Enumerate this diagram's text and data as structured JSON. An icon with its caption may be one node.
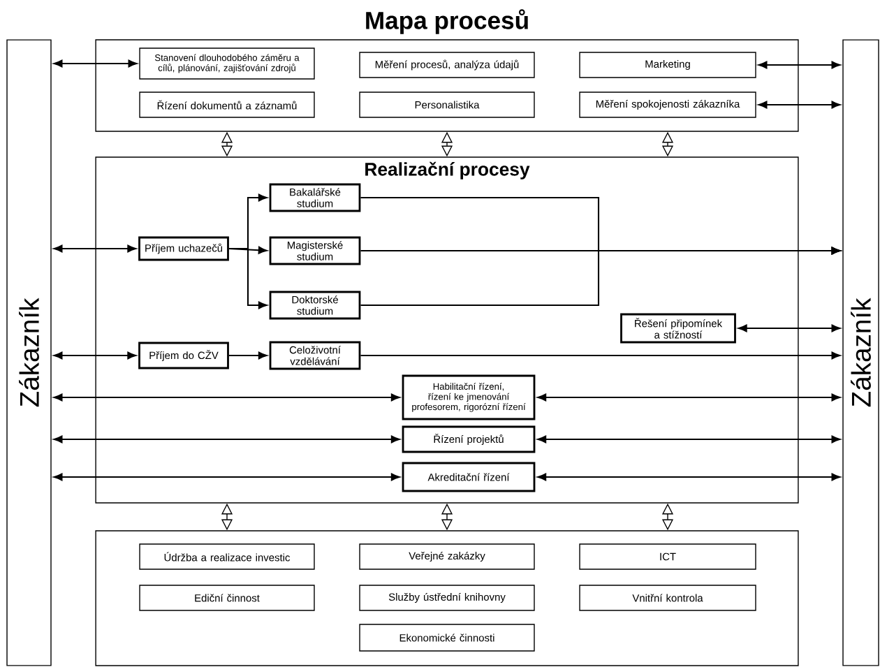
{
  "diagram": {
    "title": "Mapa procesů",
    "nodes": [
      {
        "text": [
          "Zákazník"
        ]
      },
      {
        "text": [
          "Zákazník"
        ]
      },
      {
        "text": [],
        "shape": "box"
      },
      {
        "text": [
          "Stanovení dlouhodobého záměru a cílů, plánování, zajišťování zdrojů"
        ],
        "in": 2
      },
      {
        "text": [
          "Měření procesů, analýza údajů"
        ],
        "in": 2
      },
      {
        "text": [
          "Marketing"
        ],
        "in": 2
      },
      {
        "text": [
          "Řízení dokumentů a záznamů"
        ],
        "in": 2
      },
      {
        "text": [
          "Personalistika"
        ],
        "in": 2
      },
      {
        "text": [
          "Měření spokojenosti zákazníka"
        ],
        "in": 2
      },
      {
        "text": [
          "Realizační procesy"
        ]
      },
      {
        "text": [
          "Bakalářské studium"
        ],
        "in": 9
      },
      {
        "text": [
          "Příjem uchazečů"
        ],
        "in": 9
      },
      {
        "text": [
          "Magisterské studium"
        ],
        "in": 9
      },
      {
        "text": [
          "Doktorské studium"
        ],
        "in": 9
      },
      {
        "text": [
          "Řešení připomínek a stížností"
        ],
        "in": 9
      },
      {
        "text": [
          "Příjem do CŽV"
        ],
        "in": 9
      },
      {
        "text": [
          "Celoživotní vzdělávání"
        ],
        "in": 9
      },
      {
        "text": [
          "Habilitační řízení, řízení ke jmenování profesorem, rigorózní řízení"
        ],
        "in": 9
      },
      {
        "text": [
          "Řízení projektů"
        ],
        "in": 9
      },
      {
        "text": [
          "Akreditační řízení"
        ],
        "in": 9
      },
      {
        "text": [],
        "shape": "box"
      },
      {
        "text": [
          "Údržba a realizace investic"
        ],
        "in": 20
      },
      {
        "text": [
          "Veřejné zakázky"
        ],
        "in": 20
      },
      {
        "text": [
          "ICT"
        ],
        "in": 20
      },
      {
        "text": [
          "Ediční činnost"
        ],
        "in": 20
      },
      {
        "text": [
          "Služby ústřední knihovny"
        ],
        "in": 20
      },
      {
        "text": [
          "Vnitřní kontrola"
        ],
        "in": 20
      },
      {
        "text": [
          "Ekonomické činnosti"
        ],
        "in": 20
      }
    ],
    "edges": [
      {
        "from": 0,
        "to": 3,
        "arrow": "both"
      },
      {
        "from": 5,
        "to": 1,
        "arrow": "both"
      },
      {
        "from": 8,
        "to": 1,
        "arrow": "both"
      },
      {
        "from": 2,
        "to": 9,
        "arrow": "both"
      },
      {
        "from": 2,
        "to": 9,
        "arrow": "both"
      },
      {
        "from": 2,
        "to": 9,
        "arrow": "both"
      },
      {
        "from": 0,
        "to": 11,
        "arrow": "both"
      },
      {
        "from": 11,
        "to": 10,
        "arrow": "to"
      },
      {
        "from": 11,
        "to": 12,
        "arrow": "to"
      },
      {
        "from": 11,
        "to": 13,
        "arrow": "to"
      },
      {
        "from": 10,
        "to": 1,
        "arrow": "to"
      },
      {
        "from": 12,
        "to": 1,
        "arrow": "to"
      },
      {
        "from": 13,
        "to": 1,
        "arrow": "to"
      },
      {
        "from": 14,
        "to": 1,
        "arrow": "both"
      },
      {
        "from": 0,
        "to": 15,
        "arrow": "both"
      },
      {
        "from": 15,
        "to": 16,
        "arrow": "to"
      },
      {
        "from": 16,
        "to": 1,
        "arrow": "to"
      },
      {
        "from": 0,
        "to": 17,
        "arrow": "both"
      },
      {
        "from": 17,
        "to": 1,
        "arrow": "both"
      },
      {
        "from": 0,
        "to": 18,
        "arrow": "both"
      },
      {
        "from": 18,
        "to": 1,
        "arrow": "both"
      },
      {
        "from": 0,
        "to": 19,
        "arrow": "both"
      },
      {
        "from": 19,
        "to": 1,
        "arrow": "both"
      },
      {
        "from": 9,
        "to": 20,
        "arrow": "both"
      },
      {
        "from": 9,
        "to": 20,
        "arrow": "both"
      },
      {
        "from": 9,
        "to": 20,
        "arrow": "both"
      }
    ]
  }
}
